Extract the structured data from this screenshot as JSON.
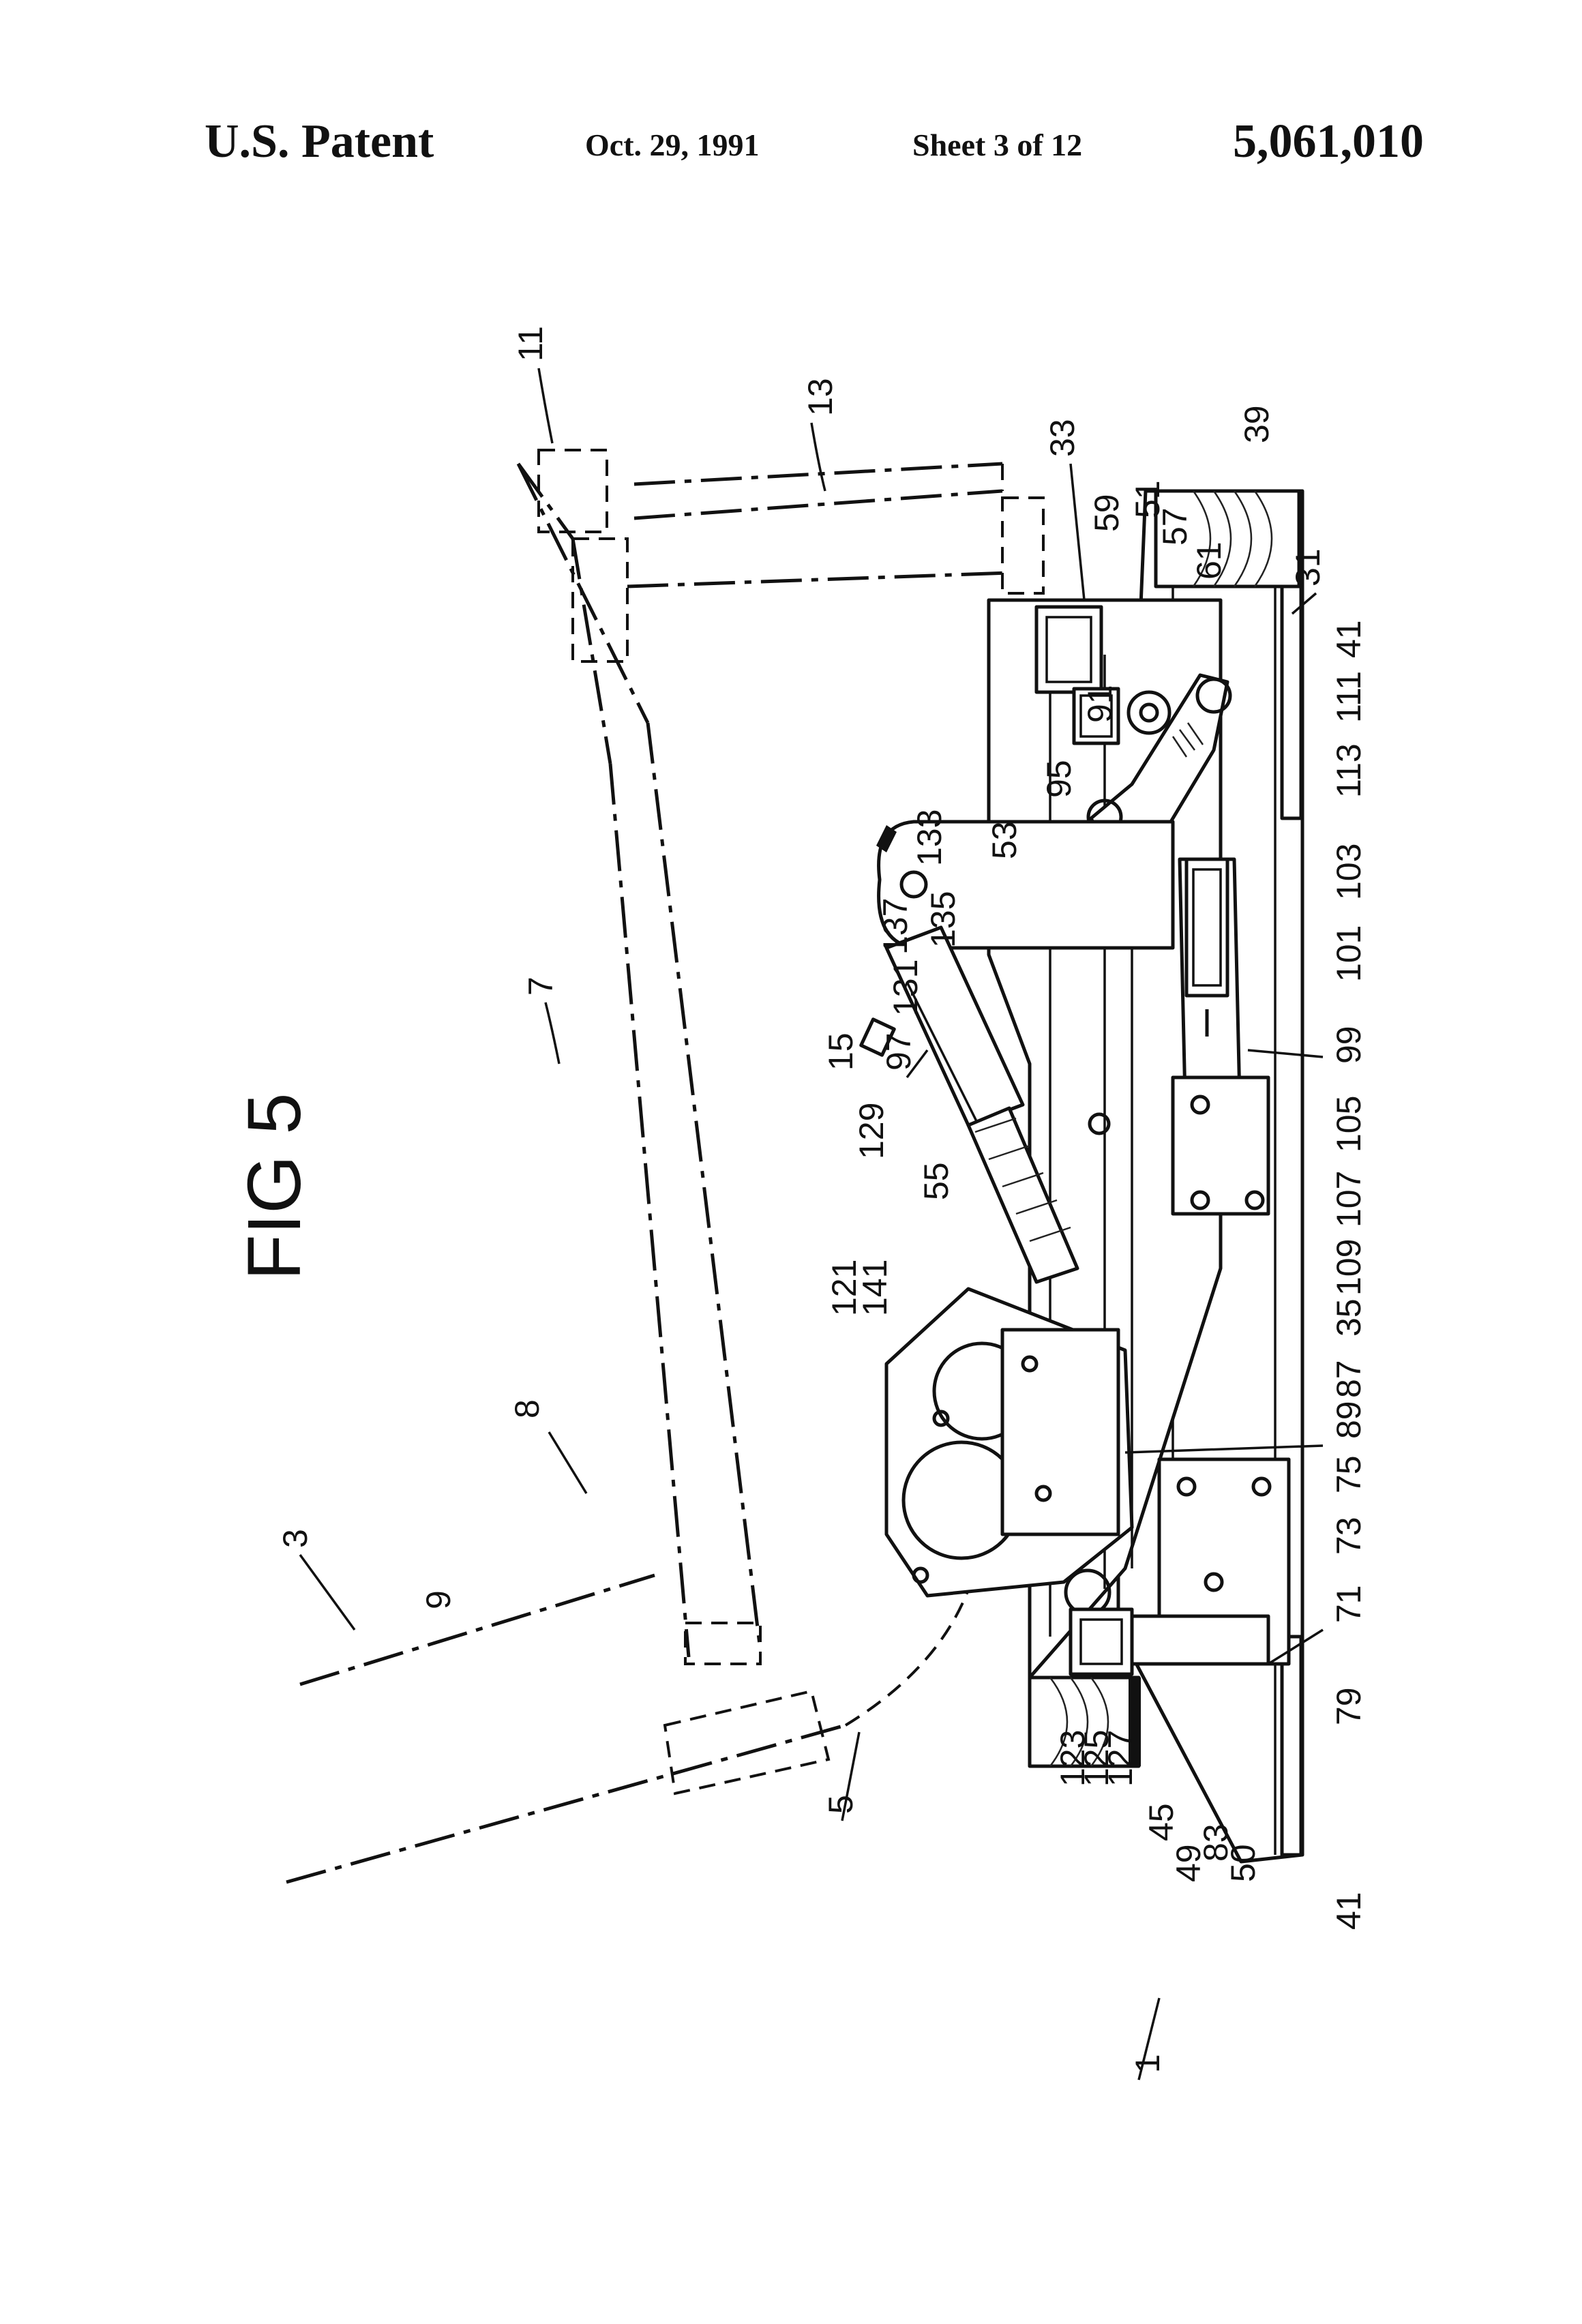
{
  "header": {
    "left": "U.S. Patent",
    "date": "Oct. 29, 1991",
    "sheet": "Sheet 3 of 12",
    "patent_number": "5,061,010"
  },
  "figure": {
    "label": "FIG 5",
    "refs": {
      "r1": "1",
      "r3": "3",
      "r5": "5",
      "r7": "7",
      "r8": "8",
      "r9": "9",
      "r11": "11",
      "r13": "13",
      "r15": "15",
      "r31": "31",
      "r33": "33",
      "r35": "35",
      "r39": "39",
      "r41a": "41",
      "r41b": "41",
      "r45": "45",
      "r49": "49",
      "r50": "50",
      "r51": "51",
      "r53": "53",
      "r55": "55",
      "r57": "57",
      "r59": "59",
      "r61": "61",
      "r71": "71",
      "r73": "73",
      "r75": "75",
      "r79": "79",
      "r83": "83",
      "r87": "87",
      "r89": "89",
      "r91": "91",
      "r95": "95",
      "r97": "97",
      "r99": "99",
      "r101": "101",
      "r103": "103",
      "r105": "105",
      "r107": "107",
      "r109": "109",
      "r111": "111",
      "r113": "113",
      "r121": "121",
      "r123": "123",
      "r125": "125",
      "r127": "127",
      "r129": "129",
      "r131": "131",
      "r133": "133",
      "r135": "135",
      "r137": "137",
      "r141": "141"
    }
  }
}
